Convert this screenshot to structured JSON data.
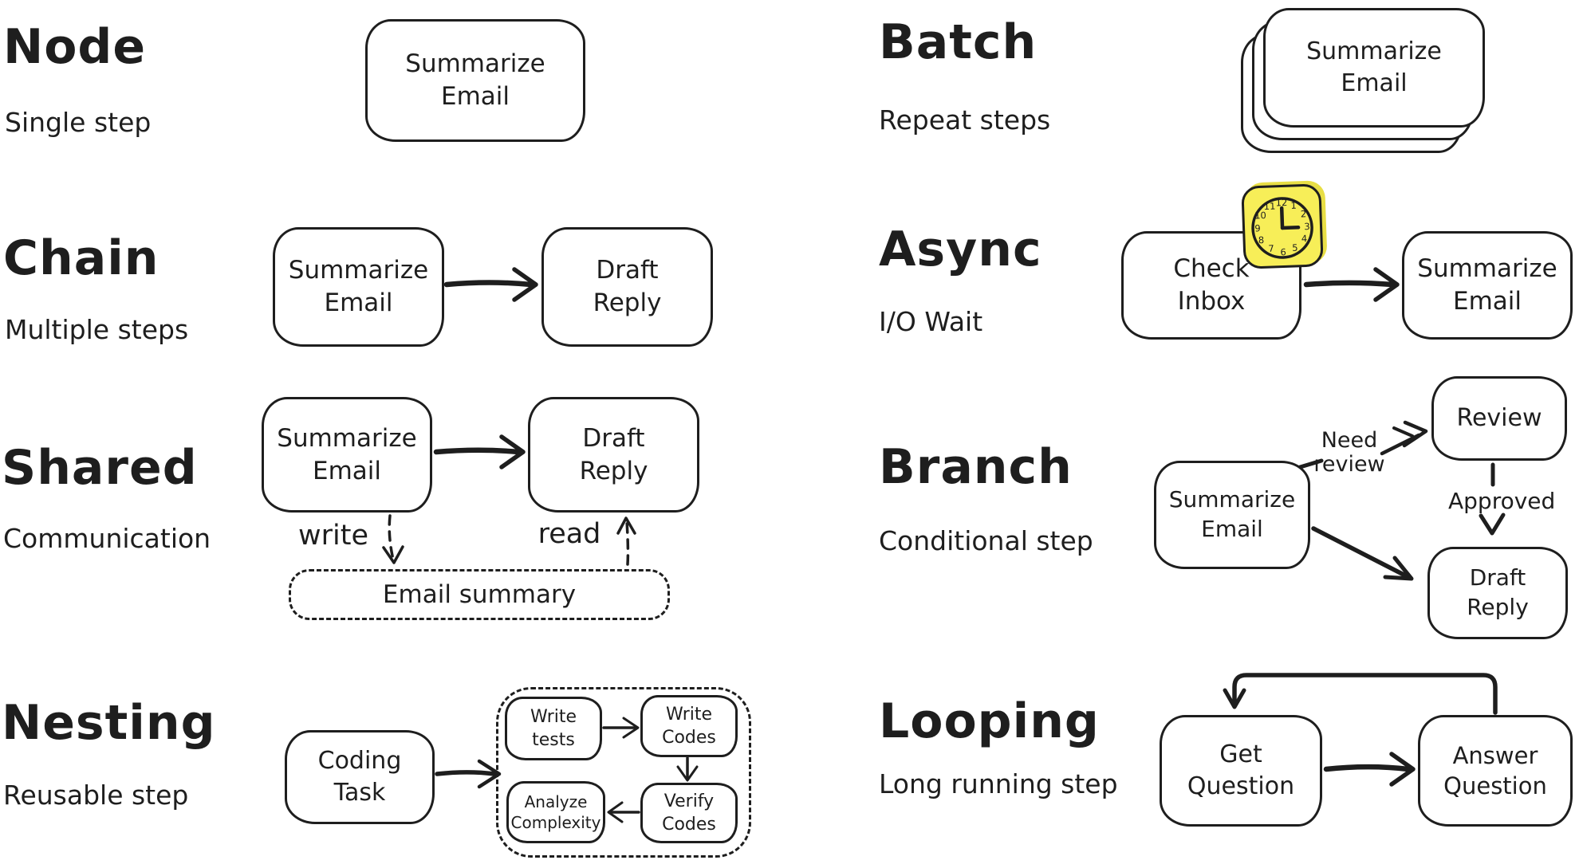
{
  "colors": {
    "ink": "#1e1e1e",
    "background": "#ffffff",
    "sticky_yellow": "#f7ee58",
    "sticky_shadow": "#e8de45"
  },
  "sections": {
    "node": {
      "title": "Node",
      "subtitle": "Single step"
    },
    "batch": {
      "title": "Batch",
      "subtitle": "Repeat steps"
    },
    "chain": {
      "title": "Chain",
      "subtitle": "Multiple steps"
    },
    "async": {
      "title": "Async",
      "subtitle": "I/O Wait"
    },
    "shared": {
      "title": "Shared",
      "subtitle": "Communication"
    },
    "branch": {
      "title": "Branch",
      "subtitle": "Conditional step"
    },
    "nesting": {
      "title": "Nesting",
      "subtitle": "Reusable step"
    },
    "looping": {
      "title": "Looping",
      "subtitle": "Long running step"
    }
  },
  "nodes": {
    "node_box": [
      "Summarize",
      "Email"
    ],
    "batch_box": [
      "Summarize",
      "Email"
    ],
    "chain_a": [
      "Summarize",
      "Email"
    ],
    "chain_b": [
      "Draft",
      "Reply"
    ],
    "async_a": [
      "Check",
      "Inbox"
    ],
    "async_b": [
      "Summarize",
      "Email"
    ],
    "shared_a": [
      "Summarize",
      "Email"
    ],
    "shared_b": [
      "Draft",
      "Reply"
    ],
    "shared_store": "Email summary",
    "branch_a": [
      "Summarize",
      "Email"
    ],
    "branch_review": "Review",
    "branch_draft": [
      "Draft",
      "Reply"
    ],
    "nest_task": [
      "Coding",
      "Task"
    ],
    "nest_write_tests": [
      "Write",
      "tests"
    ],
    "nest_write_codes": [
      "Write",
      "Codes"
    ],
    "nest_analyze": [
      "Analyze",
      "Complexity"
    ],
    "nest_verify": [
      "Verify",
      "Codes"
    ],
    "loop_get": [
      "Get",
      "Question"
    ],
    "loop_answer": [
      "Answer",
      "Question"
    ]
  },
  "edge_labels": {
    "write": "write",
    "read": "read",
    "need_review_line1": "Need",
    "need_review_line2": "review",
    "approved": "Approved"
  },
  "clock": {
    "icon": "clock-icon",
    "numbers": [
      "12",
      "1",
      "2",
      "3",
      "4",
      "5",
      "6",
      "7",
      "8",
      "9",
      "10",
      "11"
    ]
  }
}
